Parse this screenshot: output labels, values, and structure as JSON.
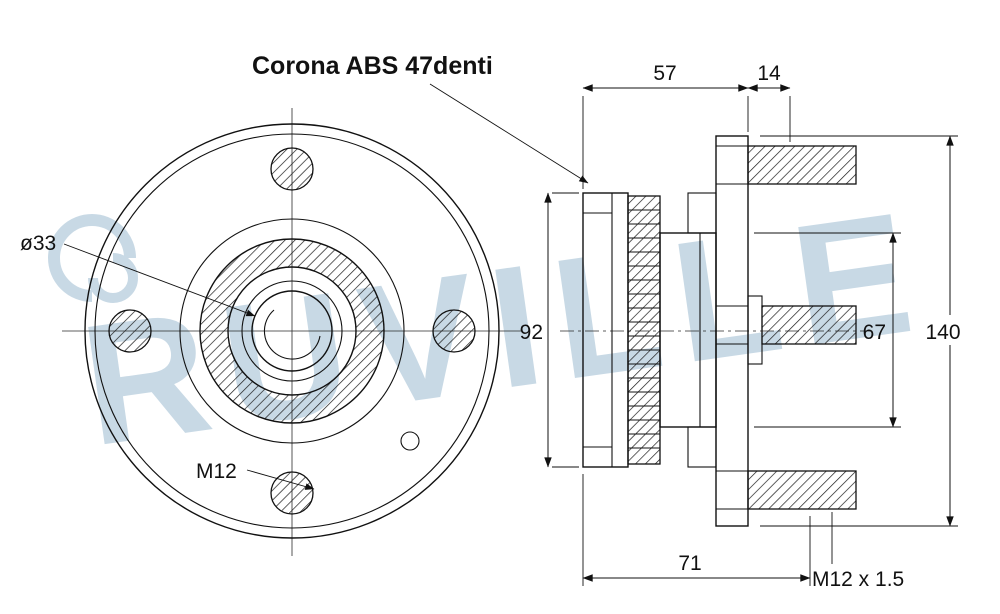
{
  "colors": {
    "line": "#111111",
    "watermark": "#bfd3e1"
  },
  "watermark": {
    "text": "RUVILLE"
  },
  "labels": {
    "title": "Corona ABS 47denti",
    "bore_diameter": "ø33",
    "bolt_thread": "M12",
    "stud_thread": "M12 x 1.5"
  },
  "dimensions": {
    "top_width": "57",
    "flange_offset": "14",
    "hub_height": "92",
    "pilot_span": "67",
    "flange_height": "140",
    "bottom_width": "71"
  }
}
